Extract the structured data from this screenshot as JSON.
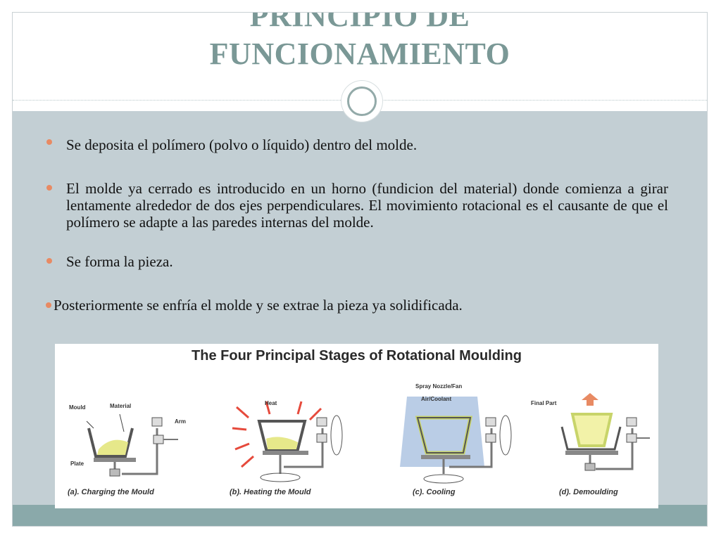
{
  "slide": {
    "title_line1": "PRINCIPIO DE",
    "title_line2": "FUNCIONAMIENTO"
  },
  "bullets": [
    "Se deposita el polímero (polvo o líquido) dentro del molde.",
    " El molde ya cerrado es introducido en un horno (fundicion del material) donde comienza a girar lentamente alrededor de dos ejes perpendiculares. El movimiento rotacional es el causante de que el polímero se adapte a las paredes internas del molde.",
    "Se forma la pieza.",
    "Posteriormente se enfría el molde y se extrae la pieza ya solidificada."
  ],
  "figure": {
    "title": "The Four Principal Stages of Rotational Moulding",
    "captions": [
      "(a). Charging the Mould",
      "(b). Heating the Mould",
      "(c). Cooling",
      "(d). Demoulding"
    ],
    "labels": {
      "mould": "Mould",
      "material": "Material",
      "arm": "Arm",
      "plate": "Plate",
      "heat": "Heat",
      "spray": "Spray Nozzle/Fan",
      "coolant": "Air/Coolant",
      "final_part": "Final Part"
    }
  },
  "colors": {
    "title": "#7a9896",
    "content_bg": "#c3cfd4",
    "footer": "#8aa9aa",
    "bullet": "#e88a63",
    "material": "#e6e88a",
    "cool_panel": "#a9c1e0",
    "heat_arrow": "#e64a3c"
  }
}
